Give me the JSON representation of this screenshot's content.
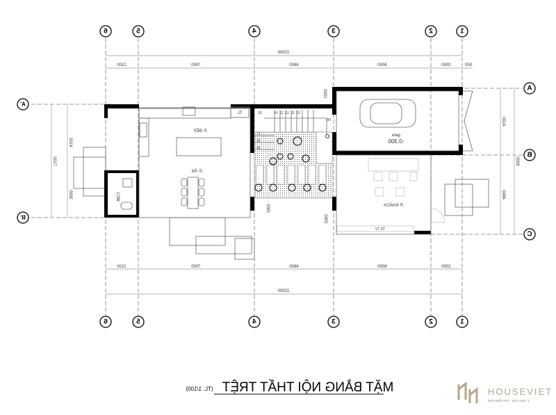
{
  "title": "MẶT BẰNG NỘI THẤT TRỆT",
  "scale": "(TL: 1/100)",
  "logo": {
    "brand": "HOUSEVIET",
    "tagline": "BÁN MIỄN PHÍ · MUA NHƯ Ý",
    "color": "#b8a48c"
  },
  "grid_axes": {
    "columns": [
      "6",
      "5",
      "4",
      "3",
      "2",
      "1"
    ],
    "rows_left": [
      "A'",
      "B'"
    ],
    "rows_right": [
      "A",
      "B",
      "C"
    ]
  },
  "dimensions": {
    "overall": "22000",
    "segments": [
      "2100",
      "7000",
      "4800",
      "6000",
      "2000"
    ],
    "top_extra": "500",
    "left": [
      "4100",
      "3000",
      "7100"
    ],
    "right": [
      "4100",
      "4800",
      "9000"
    ],
    "misc": [
      "1000",
      "1500",
      "3350"
    ]
  },
  "rooms": {
    "kitchen": "P. BẾP",
    "dining": "P. ĂN",
    "wc": "WC1",
    "garage": "gara",
    "garage_level": "-0.300",
    "living": "P. KHÁCH",
    "tl": "TL",
    "tv": "TỦ TV"
  },
  "stair_steps_top": [
    "15",
    "14",
    "13",
    "12",
    "11",
    "10",
    "09"
  ],
  "stair_steps_left": [
    "17",
    "16",
    "18"
  ]
}
